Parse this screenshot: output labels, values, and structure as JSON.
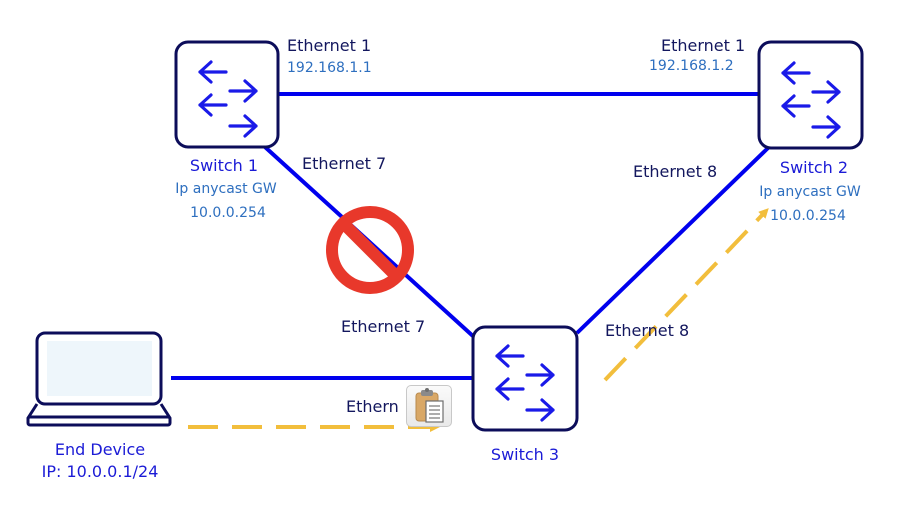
{
  "colors": {
    "link": "#0000ee",
    "device_outline": "#0c0d5a",
    "arrow": "#1a1ae8",
    "traffic_path": "#f2be3c",
    "blocked": "#e8382b",
    "screen_fill": "#eef6fb"
  },
  "switches": [
    {
      "id": "switch1",
      "name": "Switch 1",
      "role": "Ip anycast GW",
      "gw_ip": "10.0.0.254",
      "icon": "switch-arrows-icon"
    },
    {
      "id": "switch2",
      "name": "Switch 2",
      "role": "Ip anycast GW",
      "gw_ip": "10.0.0.254",
      "icon": "switch-arrows-icon"
    },
    {
      "id": "switch3",
      "name": "Switch 3",
      "icon": "switch-arrows-icon"
    }
  ],
  "end_device": {
    "name": "End Device",
    "ip": "IP: 10.0.0.1/24",
    "icon": "laptop-icon"
  },
  "interfaces": {
    "s1_eth1": {
      "name": "Ethernet 1",
      "ip": "192.168.1.1"
    },
    "s2_eth1": {
      "name": "Ethernet 1",
      "ip": "192.168.1.2"
    },
    "s1_eth7": {
      "name": "Ethernet 7"
    },
    "s3_eth7": {
      "name": "Ethernet 7"
    },
    "s2_eth8": {
      "name": "Ethernet 8"
    },
    "s3_eth8": {
      "name": "Ethernet 8"
    },
    "s3_eth_enddev": {
      "name": "Ethern"
    }
  },
  "links": [
    {
      "from": "switch1",
      "to": "switch2",
      "state": "up"
    },
    {
      "from": "switch1",
      "to": "switch3",
      "state": "blocked",
      "marker": "no-entry-icon"
    },
    {
      "from": "switch2",
      "to": "switch3",
      "state": "up"
    },
    {
      "from": "end_device",
      "to": "switch3",
      "state": "up"
    }
  ],
  "traffic_path": [
    "end_device",
    "switch3",
    "switch2"
  ],
  "overlay": {
    "icon": "clipboard-paste-icon"
  }
}
